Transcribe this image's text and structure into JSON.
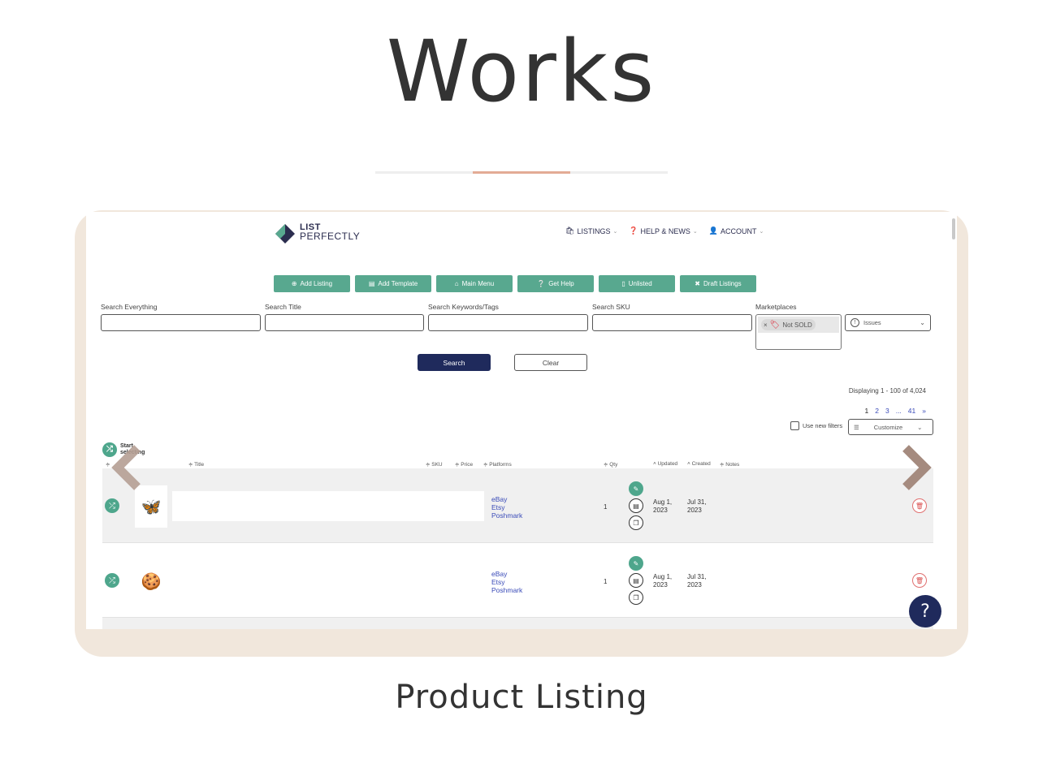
{
  "page": {
    "title": "Works",
    "caption": "Product Listing",
    "accent_color": "#e3ab95",
    "frame_color": "#f1e7dc"
  },
  "app": {
    "logo_line1": "LIST",
    "logo_line2": "PERFECTLY",
    "nav": [
      {
        "icon": "bag-icon",
        "glyph": "🛍",
        "label": "LISTINGS"
      },
      {
        "icon": "question-circle-icon",
        "glyph": "❓",
        "label": "HELP & NEWS"
      },
      {
        "icon": "user-icon",
        "glyph": "👤",
        "label": "ACCOUNT"
      }
    ],
    "action_buttons": [
      {
        "name": "add-listing-button",
        "icon": "⊕",
        "label": "Add Listing",
        "width": 94
      },
      {
        "name": "add-template-button",
        "icon": "▤",
        "label": "Add Template",
        "width": 94
      },
      {
        "name": "main-menu-button",
        "icon": "⌂",
        "label": "Main Menu",
        "width": 94
      },
      {
        "name": "get-help-button",
        "icon": "?",
        "label": "Get Help",
        "width": 94
      },
      {
        "name": "unlisted-button",
        "icon": "▯",
        "label": "Unlisted",
        "width": 94
      },
      {
        "name": "draft-listings-button",
        "icon": "✖",
        "label": "Draft Listings",
        "width": 94
      }
    ],
    "search": {
      "everything_label": "Search Everything",
      "title_label": "Search Title",
      "keywords_label": "Search Keywords/Tags",
      "sku_label": "Search SKU",
      "marketplaces_label": "Marketplaces",
      "marketplace_chip": "Not SOLD",
      "issues_label": "Issues",
      "search_button": "Search",
      "clear_button": "Clear"
    },
    "results": {
      "displaying": "Displaying 1 - 100 of 4,024",
      "pages": [
        "1",
        "2",
        "3",
        "...",
        "41",
        "»"
      ],
      "use_new_filters": "Use new filters",
      "customize": "Customize"
    },
    "table": {
      "start_selecting": "Start selecting",
      "headers": {
        "sort": "≑",
        "title": "≑ Title",
        "sku": "≑ SKU",
        "price": "≑ Price",
        "platforms": "≑ Platforms",
        "qty": "≑ Qty",
        "updated": "˄ Updated",
        "created": "˄ Created",
        "notes": "≑ Notes"
      },
      "rows": [
        {
          "thumb": "🦋",
          "platforms": [
            "eBay",
            "Etsy",
            "Poshmark"
          ],
          "qty": "1",
          "updated": [
            "Aug 1,",
            "2023"
          ],
          "created": [
            "Jul 31,",
            "2023"
          ]
        },
        {
          "thumb": "🍪",
          "platforms": [
            "eBay",
            "Etsy",
            "Poshmark"
          ],
          "qty": "1",
          "updated": [
            "Aug 1,",
            "2023"
          ],
          "created": [
            "Jul 31,",
            "2023"
          ]
        }
      ]
    },
    "help_fab": "?"
  }
}
